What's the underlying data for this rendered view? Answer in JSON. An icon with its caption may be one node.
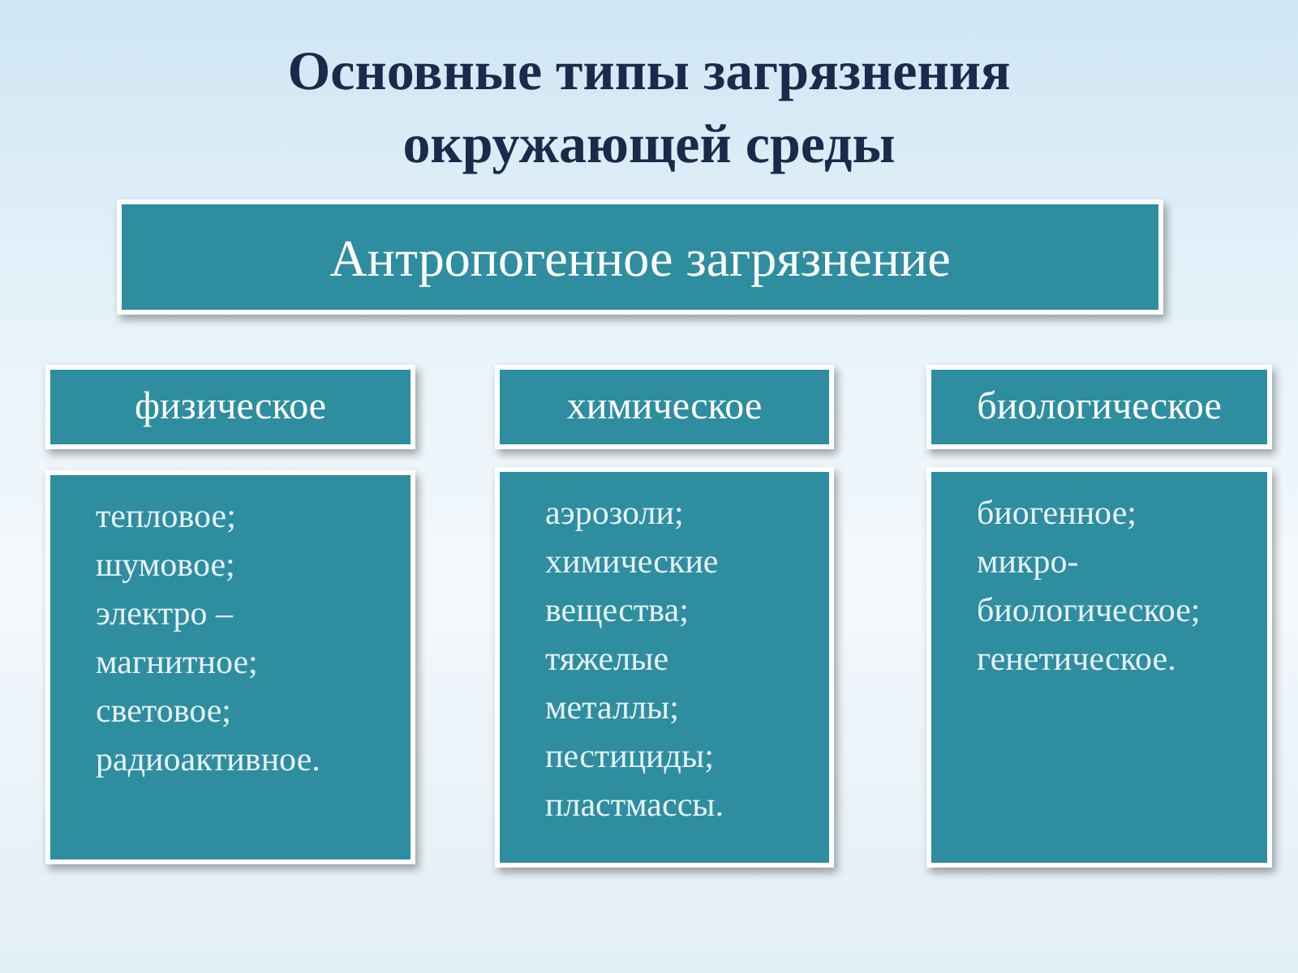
{
  "diagram": {
    "title": "Основные типы загрязнения окружающей среды",
    "nodes": [
      {
        "text": [
          "Антропогенное загрязнение"
        ]
      },
      {
        "text": [
          "физическое"
        ]
      },
      {
        "text": [
          "химическое"
        ]
      },
      {
        "text": [
          "биологическое"
        ]
      },
      {
        "text": [
          "тепловое;",
          "шумовое;",
          "электро – магнитное;",
          "световое;",
          "радиоактивное."
        ]
      },
      {
        "text": [
          "аэрозоли;",
          "химические вещества;",
          "тяжелые металлы;",
          "пестициды;",
          "пластмассы."
        ]
      },
      {
        "text": [
          "биогенное;",
          "микро- биологическое;",
          "генетическое."
        ]
      }
    ]
  }
}
